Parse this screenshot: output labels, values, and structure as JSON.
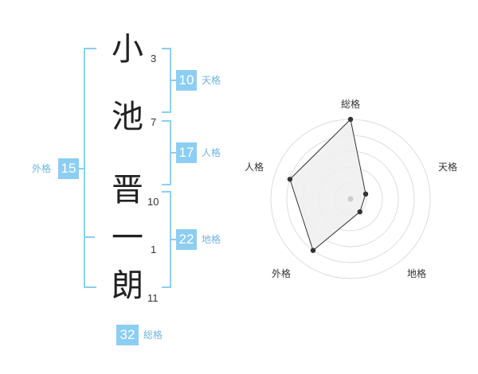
{
  "name": {
    "chars": [
      {
        "char": "小",
        "strokes": "3"
      },
      {
        "char": "池",
        "strokes": "7"
      },
      {
        "char": "晋",
        "strokes": "10"
      },
      {
        "char": "一",
        "strokes": "1"
      },
      {
        "char": "朗",
        "strokes": "11"
      }
    ]
  },
  "kaku": {
    "ten": {
      "value": "10",
      "label": "天格"
    },
    "jin": {
      "value": "17",
      "label": "人格"
    },
    "chi": {
      "value": "22",
      "label": "地格"
    },
    "gai": {
      "value": "15",
      "label": "外格"
    },
    "sou": {
      "value": "32",
      "label": "総格"
    }
  },
  "radar": {
    "axes": [
      "総格",
      "天格",
      "地格",
      "外格",
      "人格"
    ],
    "values": [
      1.0,
      0.2,
      0.2,
      0.8,
      0.8
    ],
    "colors": {
      "fill": "#eeeeee",
      "ring": "#dddddd",
      "line": "#333333",
      "point": "#333333",
      "center": "#cccccc"
    }
  },
  "colors": {
    "accent": "#8ccef2",
    "label": "#6fb4e0"
  }
}
